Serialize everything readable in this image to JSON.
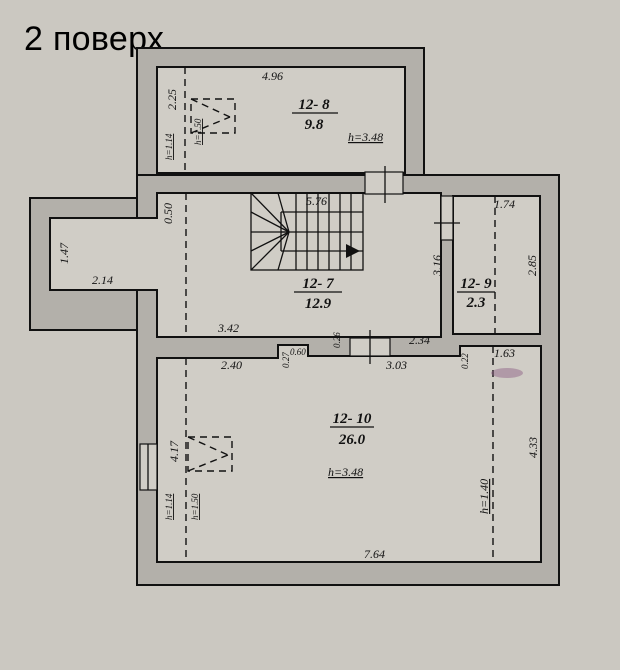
{
  "title": "2 поверх",
  "colors": {
    "background": "#cbc8c1",
    "wall_fill": "#b3b0aa",
    "room_fill": "#d0cdc6",
    "line": "#111111",
    "stain": "#8a5a80"
  },
  "rooms": [
    {
      "id": "12-8",
      "area": "9.8",
      "height_label": "h=3.48"
    },
    {
      "id": "12-7",
      "area": "12.9"
    },
    {
      "id": "12-9",
      "area": "2.3"
    },
    {
      "id": "12-10",
      "area": "26.0",
      "height_label": "h=3.48"
    }
  ],
  "room_labels": {
    "r8_id": "12- 8",
    "r8_area": "9.8",
    "r8_h": "h=3.48",
    "r7_id": "12- 7",
    "r7_area": "12.9",
    "r9_id": "12- 9",
    "r9_area": "2.3",
    "r10_id": "12- 10",
    "r10_area": "26.0",
    "r10_h": "h=3.48"
  },
  "dimensions": {
    "r8_width": "4.96",
    "r8_height": "2.25",
    "r8_window_h": "h=1.14",
    "r8_sill_h": "h=1.50",
    "r7_top": "5.76",
    "r7_left_offset": "0.50",
    "r7_niche_height": "1.47",
    "r7_niche_width": "2.14",
    "r7_bottom_left": "3.42",
    "r7_bottom_right": "2.34",
    "r7_right": "3.16",
    "r7_step": "0.26",
    "r9_width": "1.74",
    "r9_height": "2.85",
    "r10_top_left": "2.40",
    "r10_col_h": "0.27",
    "r10_col_w": "0.60",
    "r10_door": "3.03",
    "r10_step": "0.22",
    "r10_top_right": "1.63",
    "r10_left": "4.17",
    "r10_right": "4.33",
    "r10_bottom": "7.64",
    "r10_window_h": "h=1.14",
    "r10_sill_h": "h=1.50",
    "r10_slope_h": "h=1.40"
  }
}
